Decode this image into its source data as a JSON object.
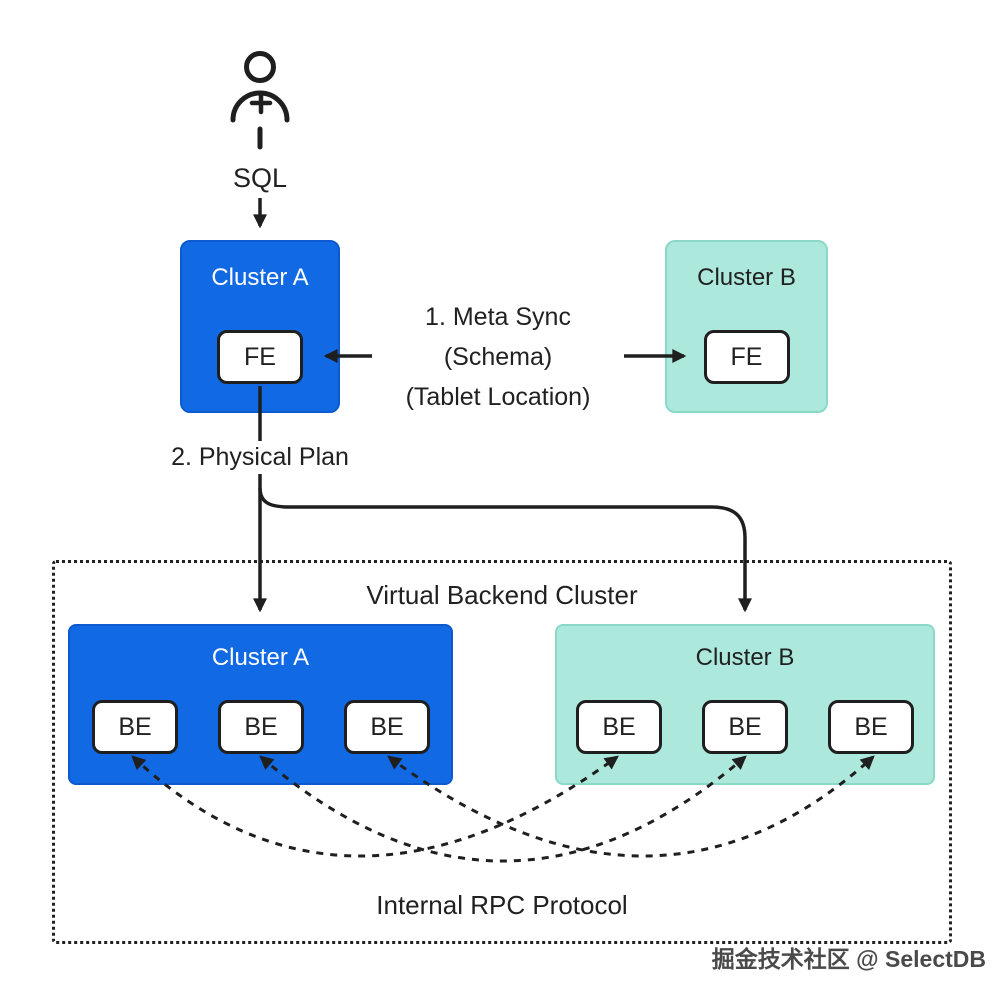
{
  "colors": {
    "cluster_a": "#1169e4",
    "cluster_b": "#ace8dc",
    "line": "#1f1f1f"
  },
  "user_flow": {
    "sql_label": "SQL",
    "meta_sync": [
      "1. Meta Sync",
      "(Schema)",
      "(Tablet Location)"
    ],
    "physical_plan_label": "2. Physical Plan"
  },
  "clusters_top": {
    "a": {
      "label": "Cluster A",
      "node": "FE"
    },
    "b": {
      "label": "Cluster B",
      "node": "FE"
    }
  },
  "virtual_backend": {
    "title": "Virtual Backend Cluster",
    "a": {
      "label": "Cluster A",
      "nodes": [
        "BE",
        "BE",
        "BE"
      ]
    },
    "b": {
      "label": "Cluster B",
      "nodes": [
        "BE",
        "BE",
        "BE"
      ]
    },
    "rpc_label": "Internal RPC Protocol"
  },
  "watermark": "掘金技术社区 @ SelectDB"
}
